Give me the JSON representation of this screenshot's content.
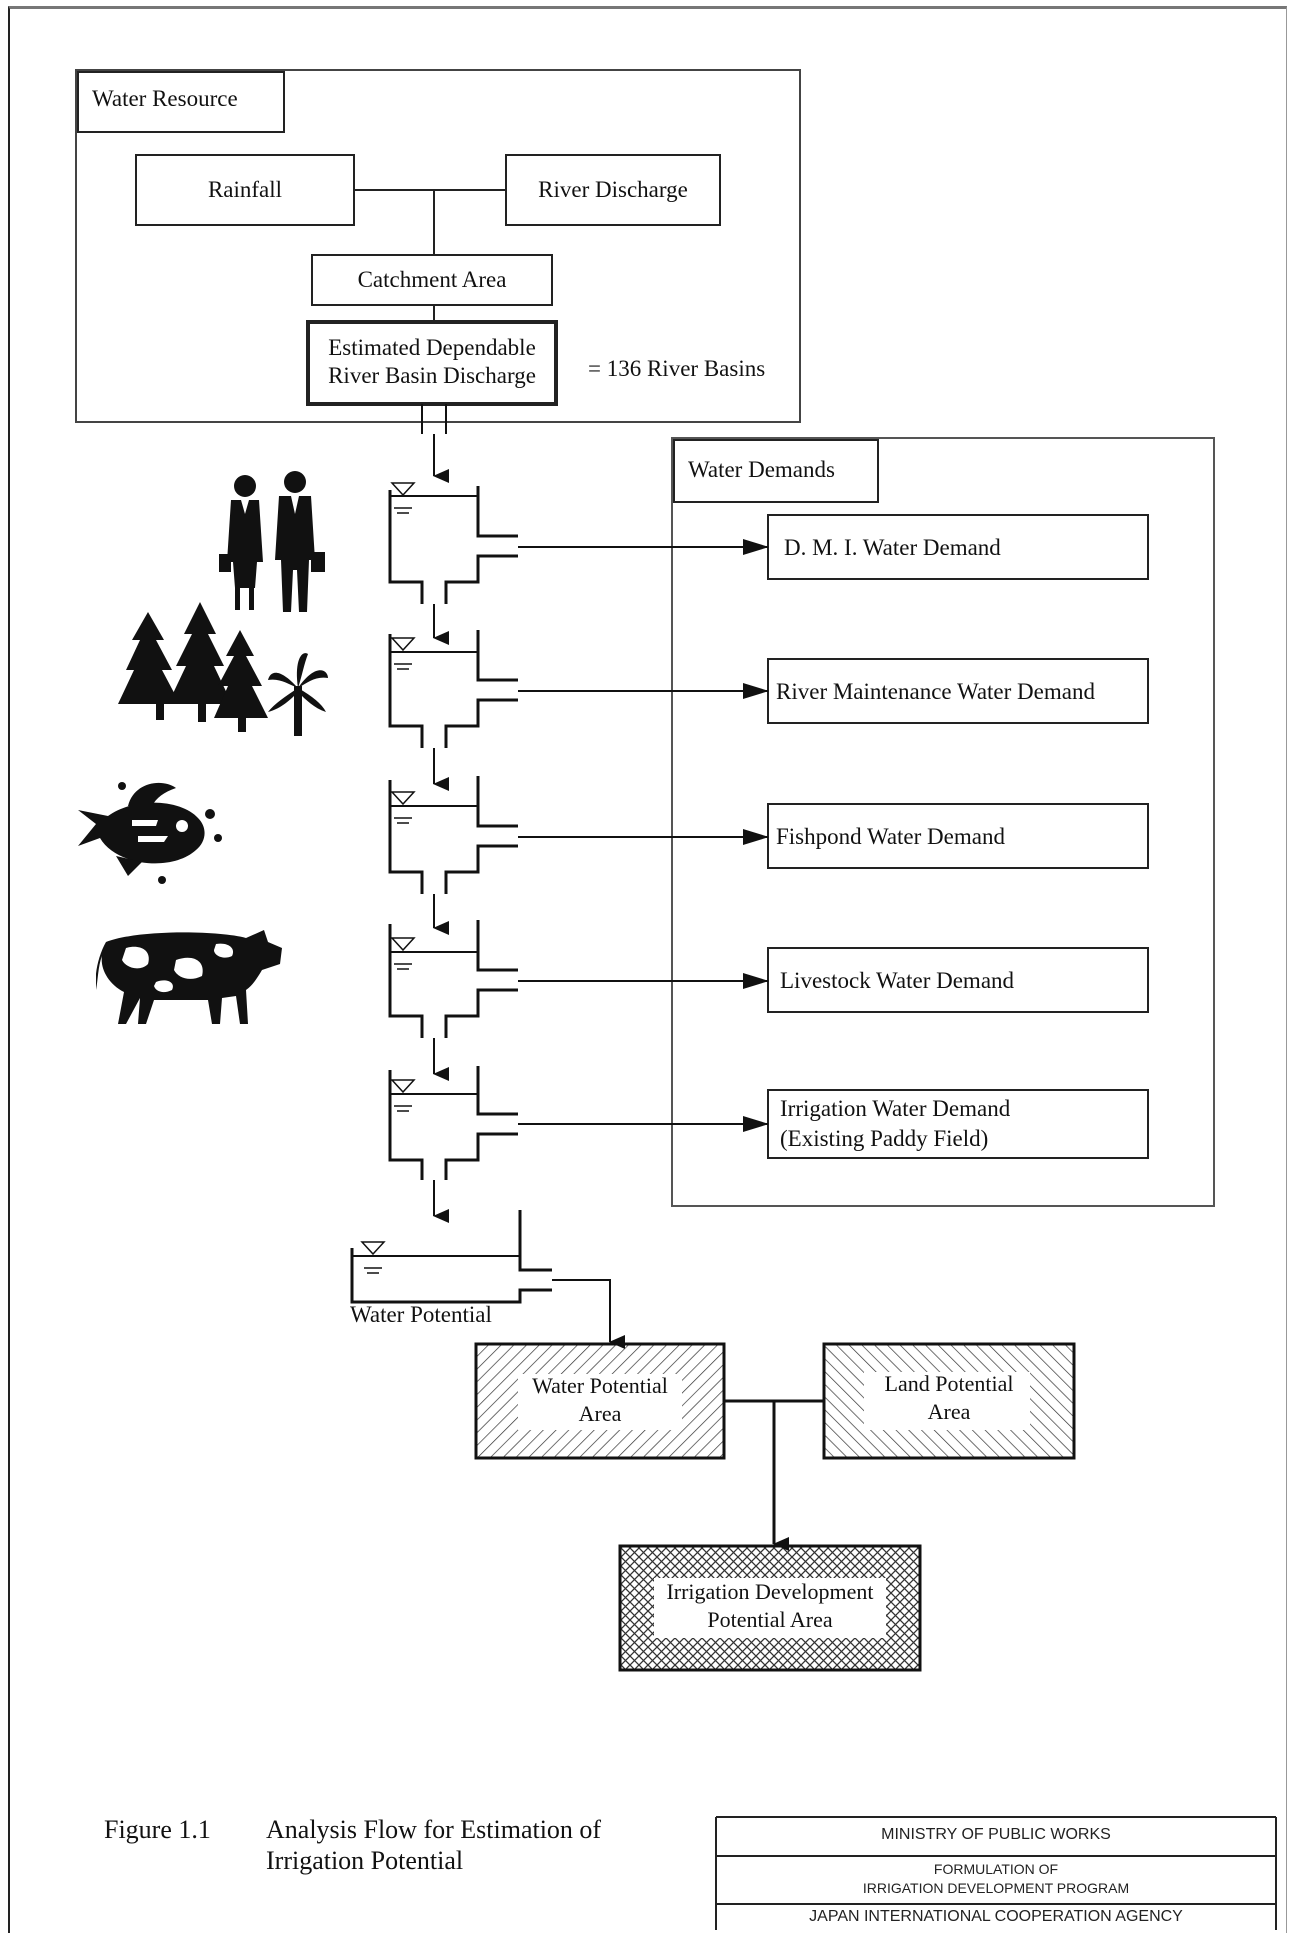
{
  "water_resource": {
    "label": "Water Resource",
    "rainfall": "Rainfall",
    "river_discharge": "River Discharge",
    "catchment_area": "Catchment Area",
    "estimated_line1": "Estimated Dependable",
    "estimated_line2": "River Basin Discharge",
    "river_basins_note": "= 136 River Basins"
  },
  "water_demands": {
    "label": "Water Demands",
    "items": [
      {
        "line1": "D. M. I. Water Demand",
        "line2": ""
      },
      {
        "line1": "River Maintenance Water Demand",
        "line2": ""
      },
      {
        "line1": "Fishpond Water Demand",
        "line2": ""
      },
      {
        "line1": "Livestock Water Demand",
        "line2": ""
      },
      {
        "line1": "Irrigation Water Demand",
        "line2": "(Existing Paddy Field)"
      }
    ]
  },
  "water_potential_label": "Water Potential",
  "water_potential_area": {
    "line1": "Water Potential",
    "line2": "Area"
  },
  "land_potential_area": {
    "line1": "Land Potential",
    "line2": "Area"
  },
  "irrigation_potential_area": {
    "line1": "Irrigation Development",
    "line2": "Potential Area"
  },
  "caption": {
    "number": "Figure 1.1",
    "line1": "Analysis Flow for Estimation of",
    "line2": "Irrigation Potential"
  },
  "title_block": {
    "ministry": "MINISTRY OF PUBLIC WORKS",
    "project_line1": "FORMULATION OF",
    "project_line2": "IRRIGATION DEVELOPMENT PROGRAM",
    "agency": "JAPAN INTERNATIONAL COOPERATION AGENCY"
  },
  "pictograms": [
    "people-icon",
    "trees-icon",
    "fish-icon",
    "cow-icon"
  ]
}
